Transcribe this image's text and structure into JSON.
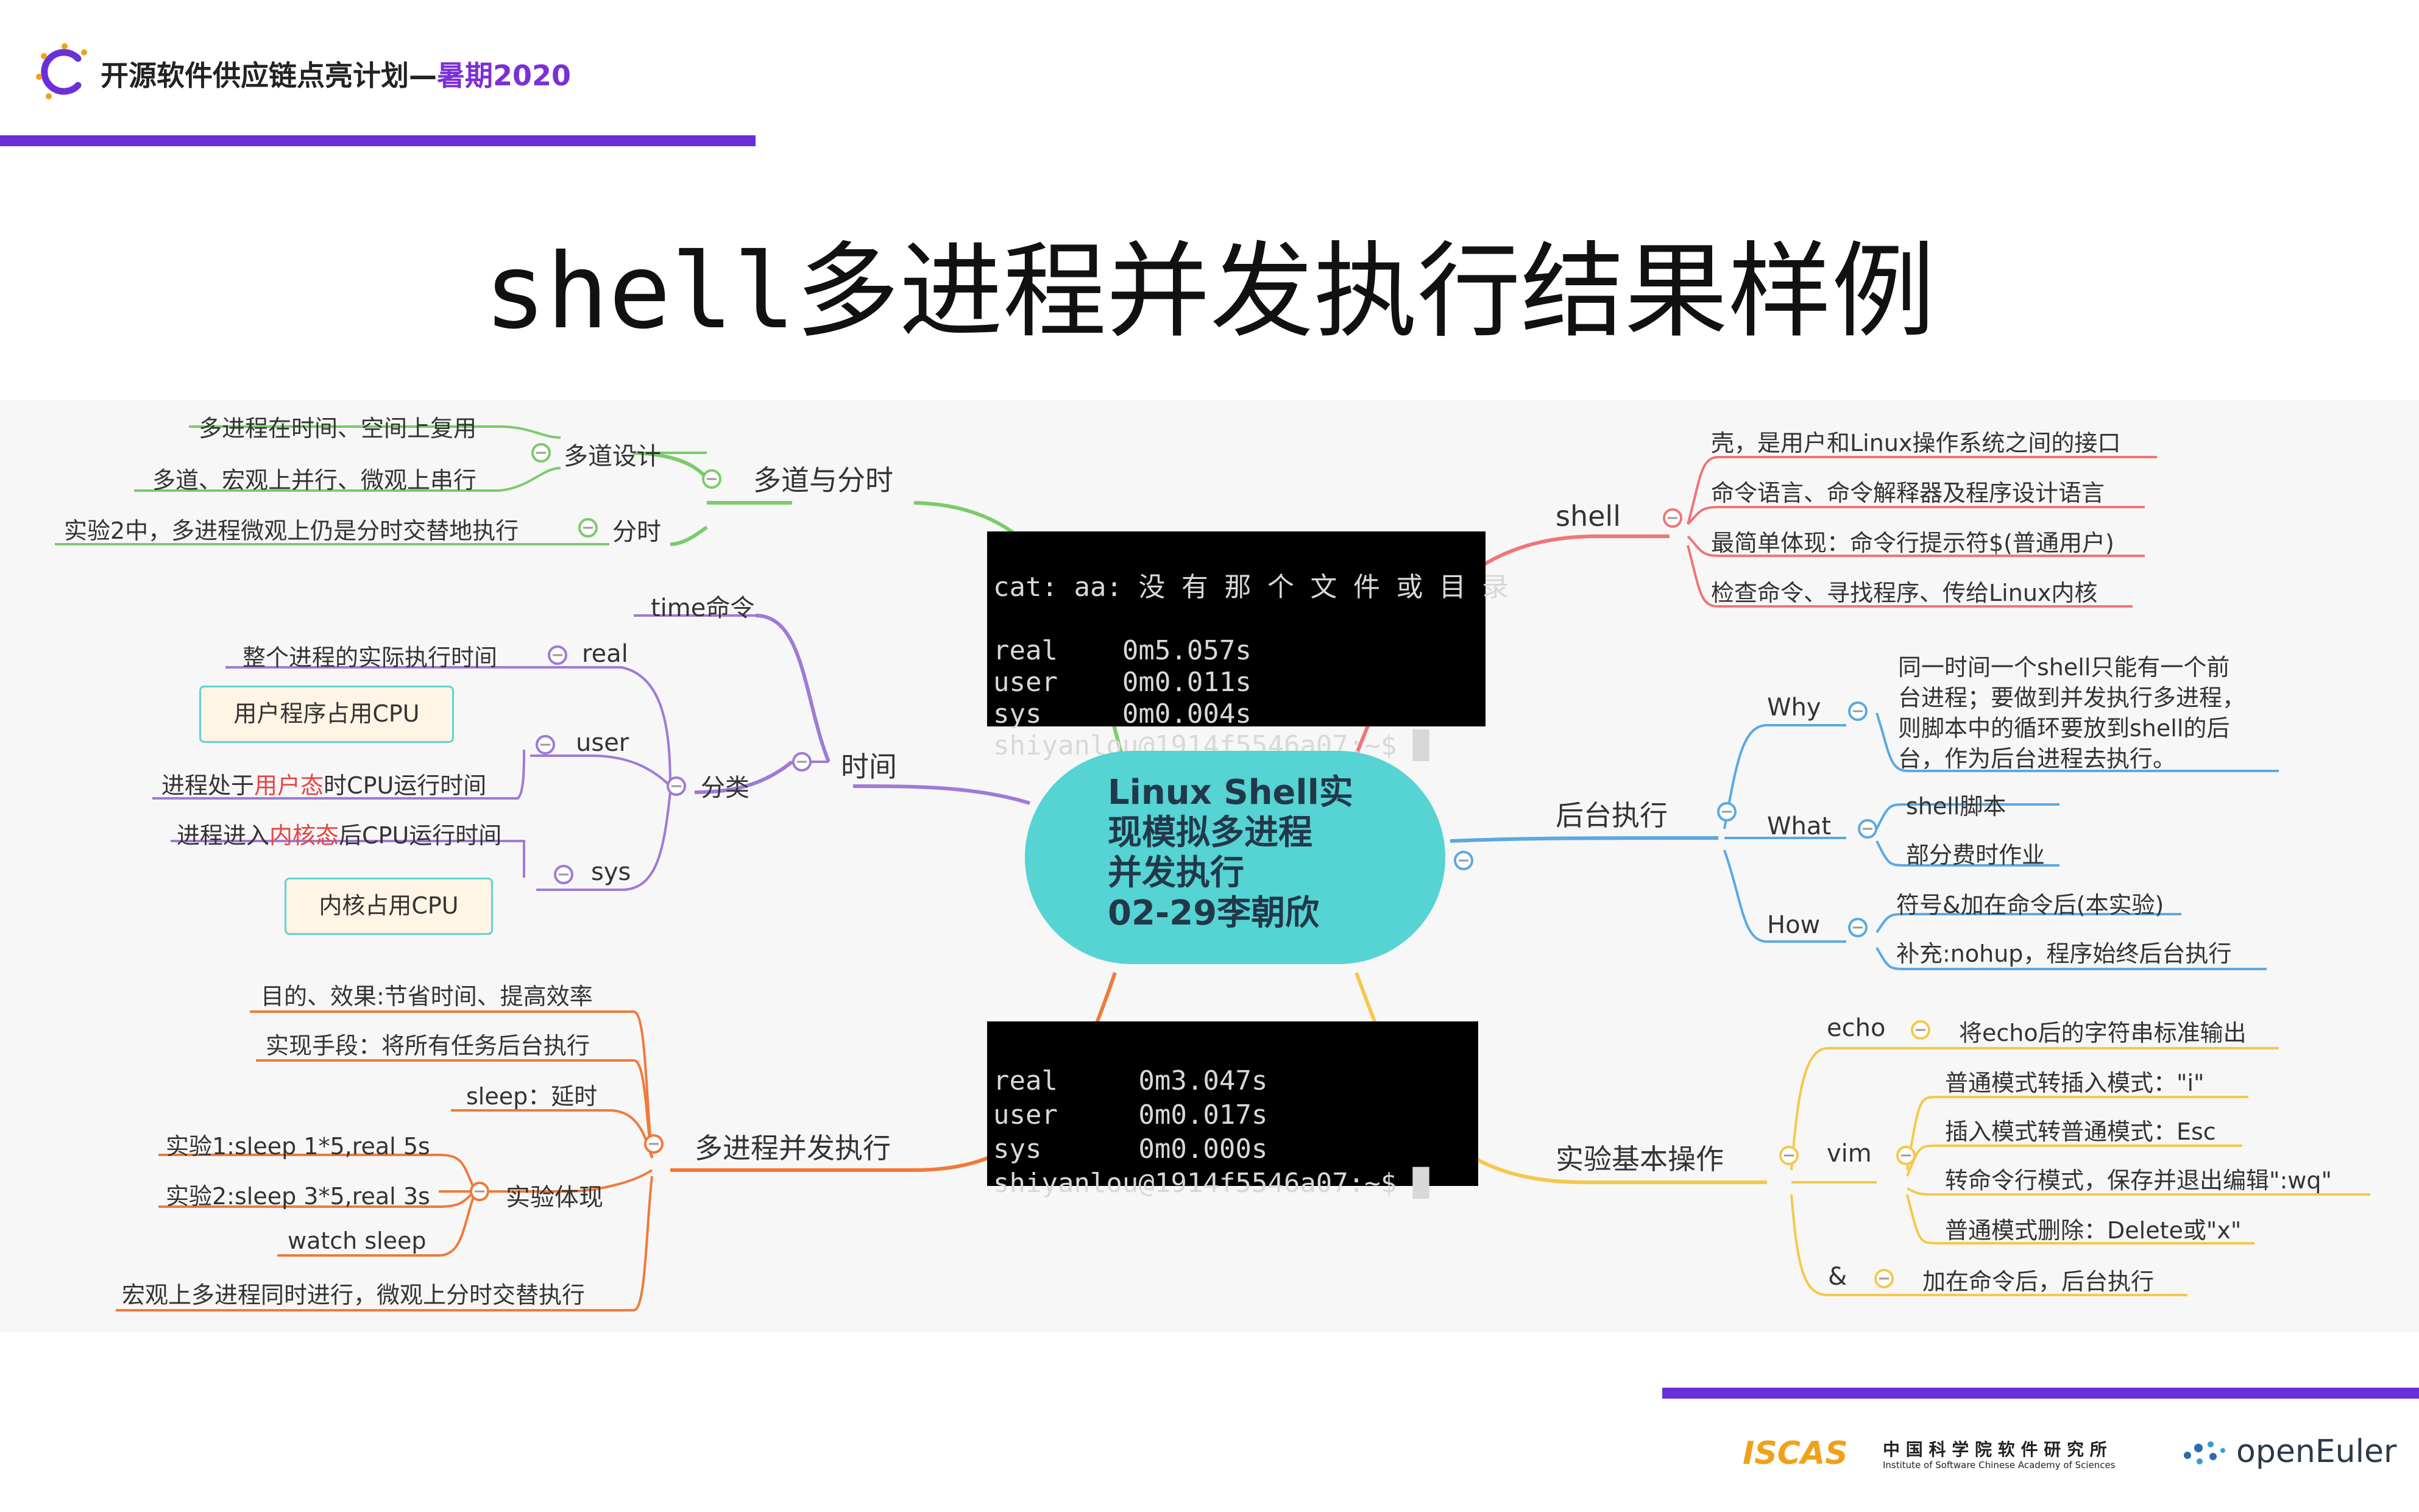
{
  "header": {
    "title_main": "开源软件供应链点亮计划",
    "title_dash": "—",
    "title_accent": "暑期2020"
  },
  "slide": {
    "title_mono": "shell",
    "title_rest": "多进程并发执行结果样例"
  },
  "center": {
    "lines": [
      "Linux Shell实",
      "现模拟多进程",
      "并发执行",
      "02-29李朝欣"
    ]
  },
  "terminal_top": {
    "lines": [
      "cat: aa: 没 有 那 个 文 件 或 目 录",
      "",
      "real    0m5.057s",
      "user    0m0.011s",
      "sys     0m0.004s",
      "shiyanlou@1914f5546a07:~$ █"
    ]
  },
  "terminal_bottom": {
    "lines": [
      "real     0m3.047s",
      "user     0m0.017s",
      "sys      0m0.000s",
      "shiyanlou@1914f5546a07:~$ █"
    ]
  },
  "branches": {
    "multiprogram": {
      "label": "多道与分时",
      "design": {
        "label": "多道设计",
        "items": [
          "多进程在时间、空间上复用",
          "多道、宏观上并行、微观上串行"
        ]
      },
      "timeshare": {
        "label": "分时",
        "item": "实验2中，多进程微观上仍是分时交替地执行"
      }
    },
    "time": {
      "label": "时间",
      "cmd": "time命令",
      "classify": "分类",
      "real": {
        "label": "real",
        "item": "整个进程的实际执行时间"
      },
      "user": {
        "label": "user",
        "callout": "用户程序占用CPU",
        "item_pre": "进程处于",
        "item_red": "用户态",
        "item_post": "时CPU运行时间"
      },
      "sys": {
        "label": "sys",
        "callout": "内核占用CPU",
        "item_pre": "进程进入",
        "item_red": "内核态",
        "item_post": "后CPU运行时间"
      }
    },
    "concurrency": {
      "label": "多进程并发执行",
      "items": [
        "目的、效果:节省时间、提高效率",
        "实现手段：将所有任务后台执行",
        "sleep：延时"
      ],
      "experiment": {
        "label": "实验体现",
        "items": [
          "实验1:sleep  1*5,real  5s",
          "实验2:sleep  3*5,real  3s",
          "watch sleep"
        ]
      },
      "last": "宏观上多进程同时进行，微观上分时交替执行"
    },
    "shell": {
      "label": "shell",
      "items": [
        "壳，是用户和Linux操作系统之间的接口",
        "命令语言、命令解释器及程序设计语言",
        "最简单体现：命令行提示符$(普通用户)",
        "检查命令、寻找程序、传给Linux内核"
      ]
    },
    "background": {
      "label": "后台执行",
      "why": {
        "label": "Why",
        "lines": [
          "同一时间一个shell只能有一个前",
          "台进程；要做到并发执行多进程，",
          "则脚本中的循环要放到shell的后",
          "台，作为后台进程去执行。"
        ]
      },
      "what": {
        "label": "What",
        "items": [
          "shell脚本",
          "部分费时作业"
        ]
      },
      "how": {
        "label": "How",
        "items": [
          "符号&加在命令后(本实验)",
          "补充:nohup，程序始终后台执行"
        ]
      }
    },
    "basic_ops": {
      "label": "实验基本操作",
      "echo": {
        "label": "echo",
        "item": "将echo后的字符串标准输出"
      },
      "vim": {
        "label": "vim",
        "items": [
          "普通模式转插入模式：\"i\"",
          "插入模式转普通模式：Esc",
          "转命令行模式，保存并退出编辑\":wq\"",
          "普通模式删除：Delete或\"x\""
        ]
      },
      "amp": {
        "label": "&",
        "item": "加在命令后，后台执行"
      }
    }
  },
  "footer": {
    "iscas": "ISCAS",
    "cn": "中 国 科 学 院 软 件 研 究 所",
    "en": "Institute of Software Chinese Academy of Sciences",
    "openeuler": "openEuler"
  }
}
